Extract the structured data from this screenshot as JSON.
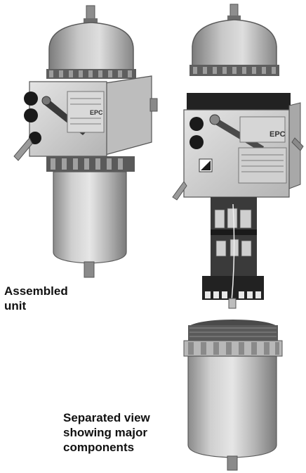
{
  "captions": {
    "assembled": [
      "Assembled",
      "unit"
    ],
    "separated": [
      "Separated view",
      "showing major",
      "components"
    ]
  },
  "units": {
    "assembled": {
      "label": "EPC"
    },
    "separated": {
      "label": "EPC"
    }
  },
  "colors": {
    "metal_light": "#d2d2d2",
    "metal_mid": "#a6a6a6",
    "metal_dark": "#6a6a6a",
    "knob_black": "#1a1a1a",
    "caption": "#111111"
  }
}
